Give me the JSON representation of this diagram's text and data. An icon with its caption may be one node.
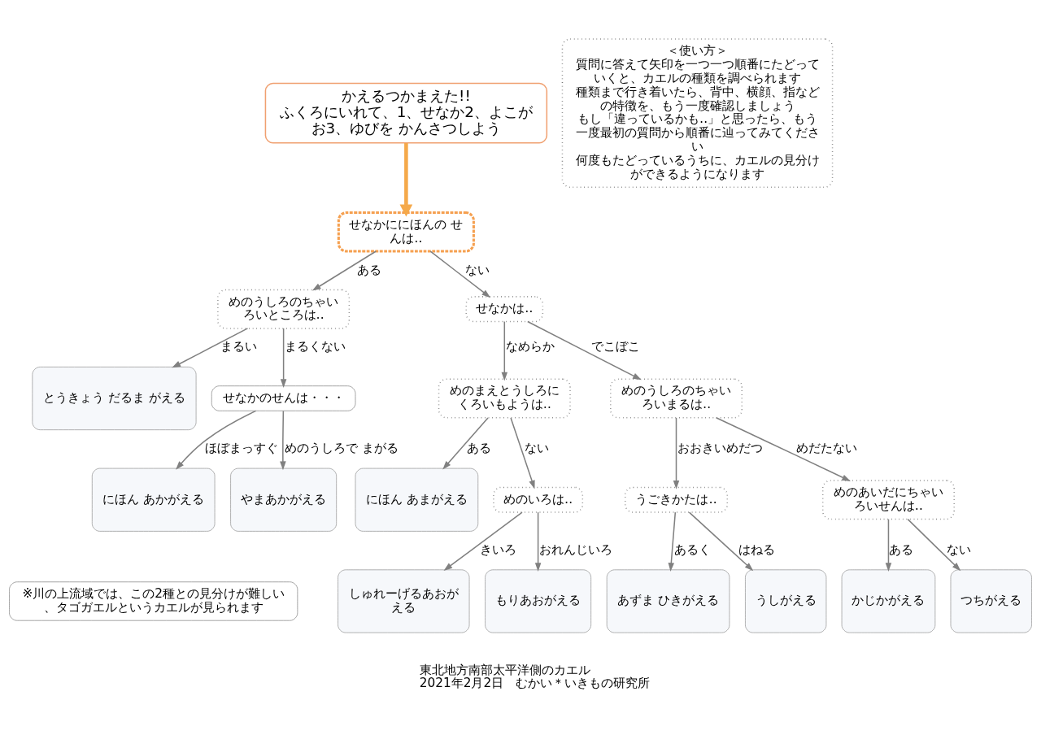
{
  "diagram": {
    "nodes": [
      {
        "text": [
          "かえるつかまえた!!",
          "ふくろにいれて、1、せなか2、よこがお3、ゆびを かんさつしよう"
        ]
      },
      {
        "text": [
          "＜使い方＞",
          "質問に答えて矢印を一つ一つ順番にたどっていくと、カエルの種類を調べられます",
          "種類まで行き着いたら、背中、横顔、指などの特徴を、もう一度確認しましょう",
          "もし「違っているかも‥」と思ったら、もう一度最初の質問から順番に辿ってみてください",
          "何度もたどっているうちに、カエルの見分けができるようになります"
        ]
      },
      {
        "text": [
          "せなかににほんの せんは‥"
        ]
      },
      {
        "text": [
          "めのうしろのちゃいろいところは‥"
        ]
      },
      {
        "text": [
          "せなかは‥"
        ]
      },
      {
        "text": [
          "めのまえとうしろにくろいもようは‥"
        ]
      },
      {
        "text": [
          "とうきょう だるま がえる"
        ]
      },
      {
        "text": [
          "せなかのせんは・・・"
        ]
      },
      {
        "text": [
          "にほん あかがえる"
        ]
      },
      {
        "text": [
          "やまあかがえる"
        ]
      },
      {
        "text": [
          "めのうしろのちゃいろいまるは‥"
        ]
      },
      {
        "text": [
          "うごきかたは‥"
        ]
      },
      {
        "text": [
          "めのあいだにちゃいろいせんは‥"
        ]
      },
      {
        "text": [
          "あずま ひきがえる"
        ]
      },
      {
        "text": [
          "うしがえる"
        ]
      },
      {
        "text": [
          "かじかがえる"
        ]
      },
      {
        "text": [
          "つちがえる"
        ]
      },
      {
        "text": [
          "にほん あまがえる"
        ]
      },
      {
        "text": [
          "めのいろは‥"
        ]
      },
      {
        "text": [
          "しゅれーげるあおがえる"
        ]
      },
      {
        "text": [
          "もりあおがえる"
        ]
      },
      {
        "text": [
          "※川の上流域では、この2種との見分けが難しい、タゴガエルというカエルが見られます"
        ]
      }
    ],
    "edges": [
      {
        "from": 0,
        "to": 2,
        "arrow": "to",
        "style": "thick",
        "color": "#f5a94a"
      },
      {
        "from": 2,
        "to": 3,
        "arrow": "to",
        "label": "ある"
      },
      {
        "from": 2,
        "to": 4,
        "arrow": "to",
        "label": "ない"
      },
      {
        "from": 3,
        "to": 6,
        "arrow": "to",
        "label": "まるい"
      },
      {
        "from": 3,
        "to": 7,
        "arrow": "to",
        "label": "まるくない"
      },
      {
        "from": 7,
        "to": 8,
        "arrow": "to",
        "label": "ほぼまっすぐ"
      },
      {
        "from": 7,
        "to": 9,
        "arrow": "to",
        "label": "めのうしろで まがる"
      },
      {
        "from": 4,
        "to": 10,
        "arrow": "to",
        "label": "でこぼこ"
      },
      {
        "from": 4,
        "to": 5,
        "arrow": "to",
        "label": "なめらか"
      },
      {
        "from": 5,
        "to": 17,
        "arrow": "to",
        "label": "ある"
      },
      {
        "from": 5,
        "to": 18,
        "arrow": "to",
        "label": "ない"
      },
      {
        "from": 10,
        "to": 11,
        "arrow": "to",
        "label": "おおきいめだつ"
      },
      {
        "from": 10,
        "to": 12,
        "arrow": "to",
        "label": "めだたない"
      },
      {
        "from": 11,
        "to": 13,
        "arrow": "to",
        "label": "あるく"
      },
      {
        "from": 11,
        "to": 14,
        "arrow": "to",
        "label": "はねる"
      },
      {
        "from": 12,
        "to": 15,
        "arrow": "to",
        "label": "ある"
      },
      {
        "from": 12,
        "to": 16,
        "arrow": "to",
        "label": "ない"
      },
      {
        "from": 18,
        "to": 19,
        "arrow": "to",
        "label": "きいろ"
      },
      {
        "from": 18,
        "to": 20,
        "arrow": "to",
        "label": "おれんじいろ"
      }
    ],
    "labels": [
      "東北地方南部太平洋側のカエル",
      "2021年2月2日　むかい＊いきもの研究所"
    ]
  }
}
